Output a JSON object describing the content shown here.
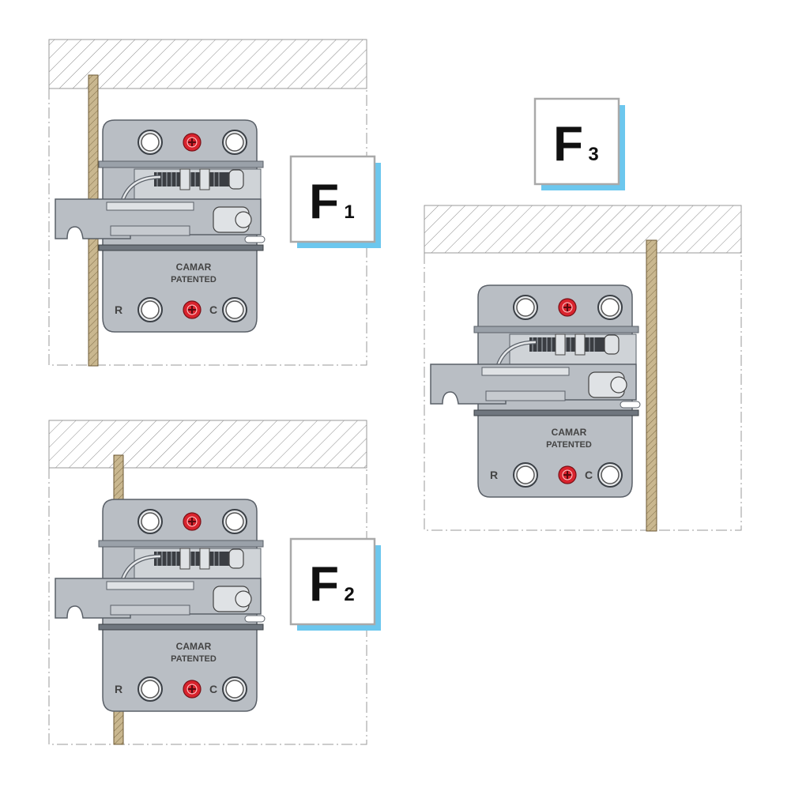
{
  "colors": {
    "plate": "#b9bec4",
    "plate_edge": "#5a6068",
    "plate_dark": "#7d848c",
    "wood": "#c9b78f",
    "wood_hatch": "#6d5a35",
    "hatch": "#8a8a8a",
    "screw_red": "#d9232d",
    "label_shadow": "#6cc7ee",
    "label_border": "#a9a9a9"
  },
  "panels": [
    {
      "id": "F1",
      "label_main": "F",
      "label_sub": "1",
      "brand": "CAMAR",
      "stamp": "PATENTED",
      "left_mark": "R",
      "right_mark": "C"
    },
    {
      "id": "F2",
      "label_main": "F",
      "label_sub": "2",
      "brand": "CAMAR",
      "stamp": "PATENTED",
      "left_mark": "R",
      "right_mark": "C"
    },
    {
      "id": "F3",
      "label_main": "F",
      "label_sub": "3",
      "brand": "CAMAR",
      "stamp": "PATENTED",
      "left_mark": "R",
      "right_mark": "C"
    }
  ]
}
